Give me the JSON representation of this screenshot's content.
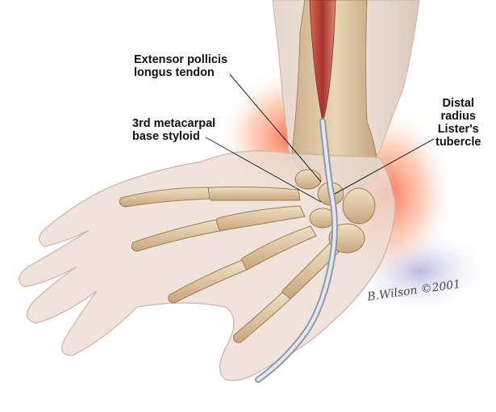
{
  "labels": {
    "epl_line1": "Extensor pollicis",
    "epl_line2": "longus tendon",
    "mc_line1": "3rd metacarpal",
    "mc_line2": "base styloid",
    "dr_line1": "Distal",
    "dr_line2": "radius",
    "dr_line3": "Lister's",
    "dr_line4": "tubercle"
  },
  "signature": "B.Wilson ©2001",
  "colors": {
    "skin": "#e9d9ce",
    "bone": "#d9c09c",
    "bone_shadow": "#a9865f",
    "tendon": "#c6ccd6",
    "muscle": "#c24a3a",
    "inflammation": "#ff6b4a",
    "shadow": "#b9b6dc",
    "leader_line": "#222222"
  }
}
